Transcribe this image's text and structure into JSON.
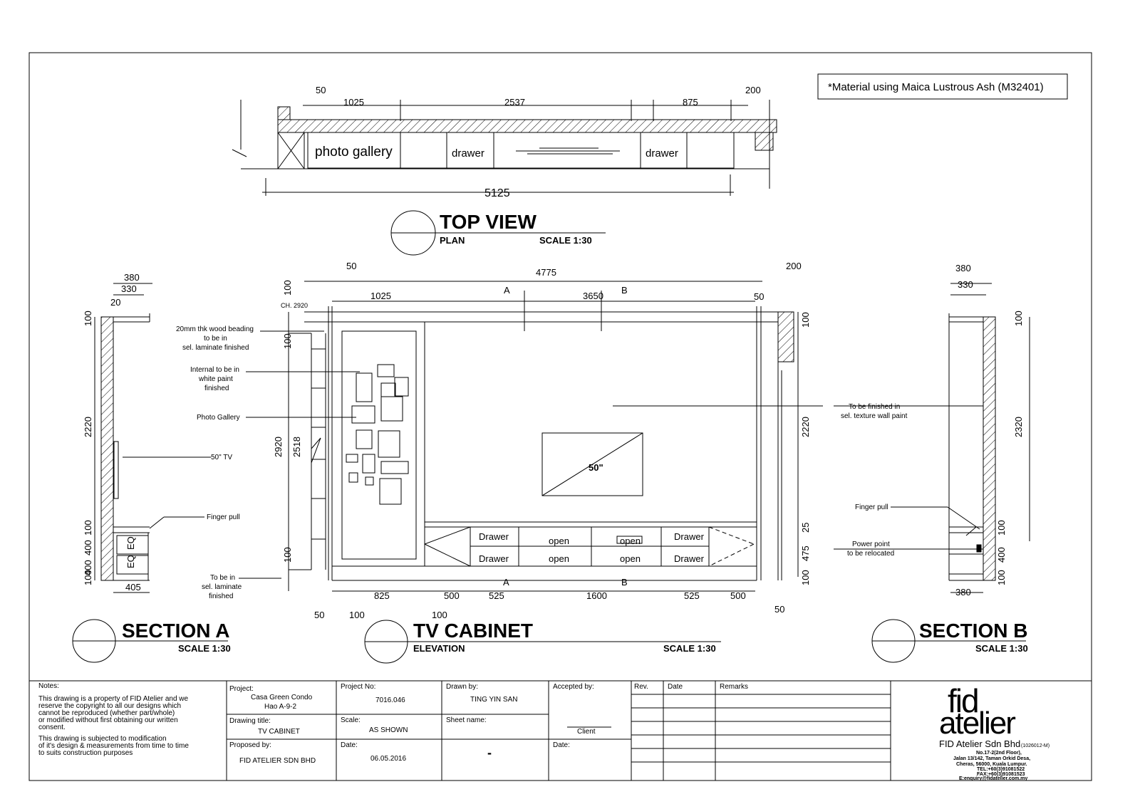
{
  "material_note": "*Material using Maica Lustrous Ash (M32401)",
  "top_view": {
    "title": "TOP VIEW",
    "subtitle": "PLAN",
    "scale": "SCALE 1:30",
    "dims": [
      "50",
      "1025",
      "2537",
      "875",
      "200"
    ],
    "overall": "5125",
    "labels": {
      "photo_gallery": "photo gallery",
      "drawer_left": "drawer",
      "drawer_right": "drawer"
    }
  },
  "elevation": {
    "title": "TV CABINET",
    "subtitle": "ELEVATION",
    "scale": "SCALE 1:30",
    "top_dims": {
      "d50": "50",
      "d4775": "4775",
      "d200": "200",
      "d1025": "1025",
      "d3650": "3650",
      "d50r": "50"
    },
    "section_marks": {
      "a_top": "A",
      "b_top": "B",
      "a_bottom": "A",
      "b_bottom": "B"
    },
    "ch": "CH. 2920",
    "left_dims": {
      "d100a": "100",
      "d2920": "2920",
      "d2518": "2518",
      "d100b": "100",
      "d100c": "100"
    },
    "right_dims": {
      "d100": "100",
      "d2220": "2220",
      "d25": "25",
      "d475": "475",
      "d100b": "100"
    },
    "bottom_dims": [
      "825",
      "500",
      "525",
      "1600",
      "525",
      "500"
    ],
    "bottom_small": {
      "d50l": "50",
      "d100a": "100",
      "d100b": "100",
      "d50r": "50"
    },
    "tv_label": "50\"",
    "cells": {
      "drawer1": "Drawer",
      "drawer2": "Drawer",
      "open1": "open",
      "open2": "open",
      "open3": "open",
      "open4": "open",
      "drawer3": "Drawer",
      "drawer4": "Drawer"
    },
    "notes": {
      "n1": [
        "20mm thk wood beading",
        "to be in",
        "sel. laminate finished"
      ],
      "n2": [
        "Internal to be in",
        "white paint",
        "finished"
      ],
      "n3": [
        "Photo Gallery"
      ],
      "n4": [
        "To be in",
        "sel. laminate",
        "finished"
      ],
      "n5": [
        "To be finished in",
        "sel. texture wall paint"
      ],
      "n6": [
        "Finger pull"
      ],
      "n7": [
        "Power point",
        "to be relocated"
      ]
    }
  },
  "section_a": {
    "title": "SECTION A",
    "scale": "SCALE 1:30",
    "dims": {
      "d380": "380",
      "d330": "330",
      "d20": "20",
      "d100": "100",
      "d2220": "2220",
      "d100b": "100",
      "d400a": "400",
      "d400b": "400",
      "d100c": "100",
      "d405": "405",
      "eq1": "EQ",
      "eq2": "EQ"
    },
    "notes": {
      "tv": "50\" TV",
      "finger": "Finger pull"
    }
  },
  "section_b": {
    "title": "SECTION B",
    "scale": "SCALE 1:30",
    "dims": {
      "d380": "380",
      "d330": "330",
      "d100": "100",
      "d2320": "2320",
      "d100b": "100",
      "d400": "400",
      "d100c": "100",
      "d380b": "380"
    }
  },
  "title_block": {
    "notes_label": "Notes:",
    "notes_1": [
      "This drawing is a property of FID Atelier and we",
      "reserve the copyright to all our designs which",
      "cannot be reproduced (whether part/whole)",
      "or modified without first obtaining our written",
      "consent."
    ],
    "notes_2": [
      "This drawing is subjected to modification",
      "of it's design & measurements from time to time",
      "to suits construction purposes"
    ],
    "project_label": "Project:",
    "project_value": [
      "Casa Green Condo",
      "Hao A-9-2"
    ],
    "project_no_label": "Project No:",
    "project_no_value": "7016.046",
    "drawn_by_label": "Drawn by:",
    "drawn_by_value": "TING YIN SAN",
    "accepted_by_label": "Accepted by:",
    "client_label": "Client",
    "drawing_title_label": "Drawing title:",
    "drawing_title_value": "TV CABINET",
    "scale_label": "Scale:",
    "scale_value": "AS SHOWN",
    "sheet_name_label": "Sheet name:",
    "sheet_name_value": "-",
    "proposed_by_label": "Proposed by:",
    "proposed_by_value": "FID ATELIER SDN BHD",
    "date_label": "Date:",
    "date_value": "06.05.2016",
    "date2_label": "Date:",
    "rev_label": "Rev.",
    "rev_date_label": "Date",
    "remarks_label": "Remarks"
  },
  "company": {
    "logo_line1": "fid",
    "logo_line2": "atelier",
    "name": "FID Atelier Sdn Bhd",
    "reg": "(1026012-M)",
    "address": [
      "No.17-2(2nd Floor),",
      "Jalan 13/142, Taman Orkid Desa,",
      "Cheras, 56000, Kuala Lumpur.",
      "TEL:+60(3)91081522",
      "FAX:+60(3)91081523",
      "E:enquiry@fidatelier.com.my"
    ]
  }
}
